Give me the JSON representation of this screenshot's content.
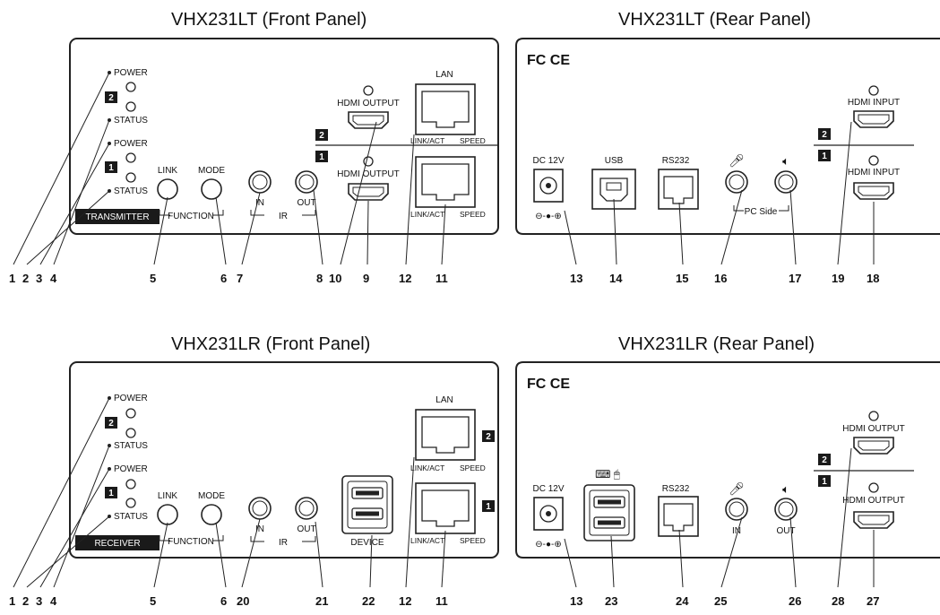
{
  "titles": {
    "lt_front": "VHX231LT (Front Panel)",
    "lt_rear": "VHX231LT (Rear Panel)",
    "lr_front": "VHX231LR (Front Panel)",
    "lr_rear": "VHX231LR (Rear Panel)"
  },
  "common": {
    "power": "POWER",
    "status": "STATUS",
    "ch2": "2",
    "ch1": "1",
    "link": "LINK",
    "mode": "MODE",
    "function": "FUNCTION",
    "ir": "IR",
    "in": "IN",
    "out": "OUT",
    "lan": "LAN",
    "link_act": "LINK/ACT",
    "speed": "SPEED",
    "fcc_ce": "FC CE",
    "dc": "DC 12V",
    "rs232": "RS232"
  },
  "lt_front": {
    "badge": "TRANSMITTER",
    "hdmi_output": "HDMI OUTPUT",
    "numbers": [
      "1",
      "2",
      "3",
      "4",
      "5",
      "6",
      "7",
      "8",
      "10",
      "9",
      "12",
      "11"
    ]
  },
  "lt_rear": {
    "usb": "USB",
    "pc_side": "PC Side",
    "hdmi_input": "HDMI INPUT",
    "numbers": [
      "13",
      "14",
      "15",
      "16",
      "17",
      "19",
      "18"
    ]
  },
  "lr_front": {
    "badge": "RECEIVER",
    "device": "DEVICE",
    "numbers": [
      "1",
      "2",
      "3",
      "4",
      "5",
      "6",
      "20",
      "21",
      "22",
      "12",
      "11"
    ]
  },
  "lr_rear": {
    "hdmi_output": "HDMI OUTPUT",
    "numbers": [
      "13",
      "23",
      "24",
      "25",
      "26",
      "28",
      "27"
    ]
  },
  "colors": {
    "ink": "#111111",
    "badge_bg": "#1a1a1a",
    "badge_fg": "#ffffff"
  }
}
